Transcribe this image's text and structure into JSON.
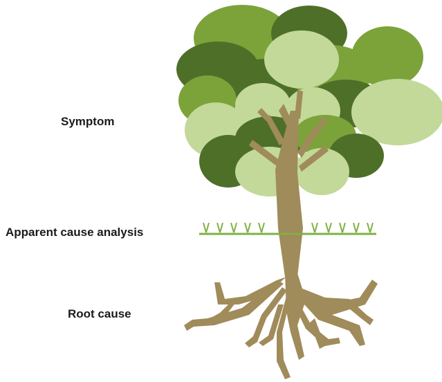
{
  "labels": {
    "symptom": "Symptom",
    "apparent_cause": "Apparent cause analysis",
    "root_cause": "Root cause"
  },
  "colors": {
    "dark_green": "#4e6f28",
    "mid_green": "#7ba33a",
    "light_green": "#c2d99a",
    "trunk": "#a08b5a",
    "grass": "#7fb142"
  }
}
